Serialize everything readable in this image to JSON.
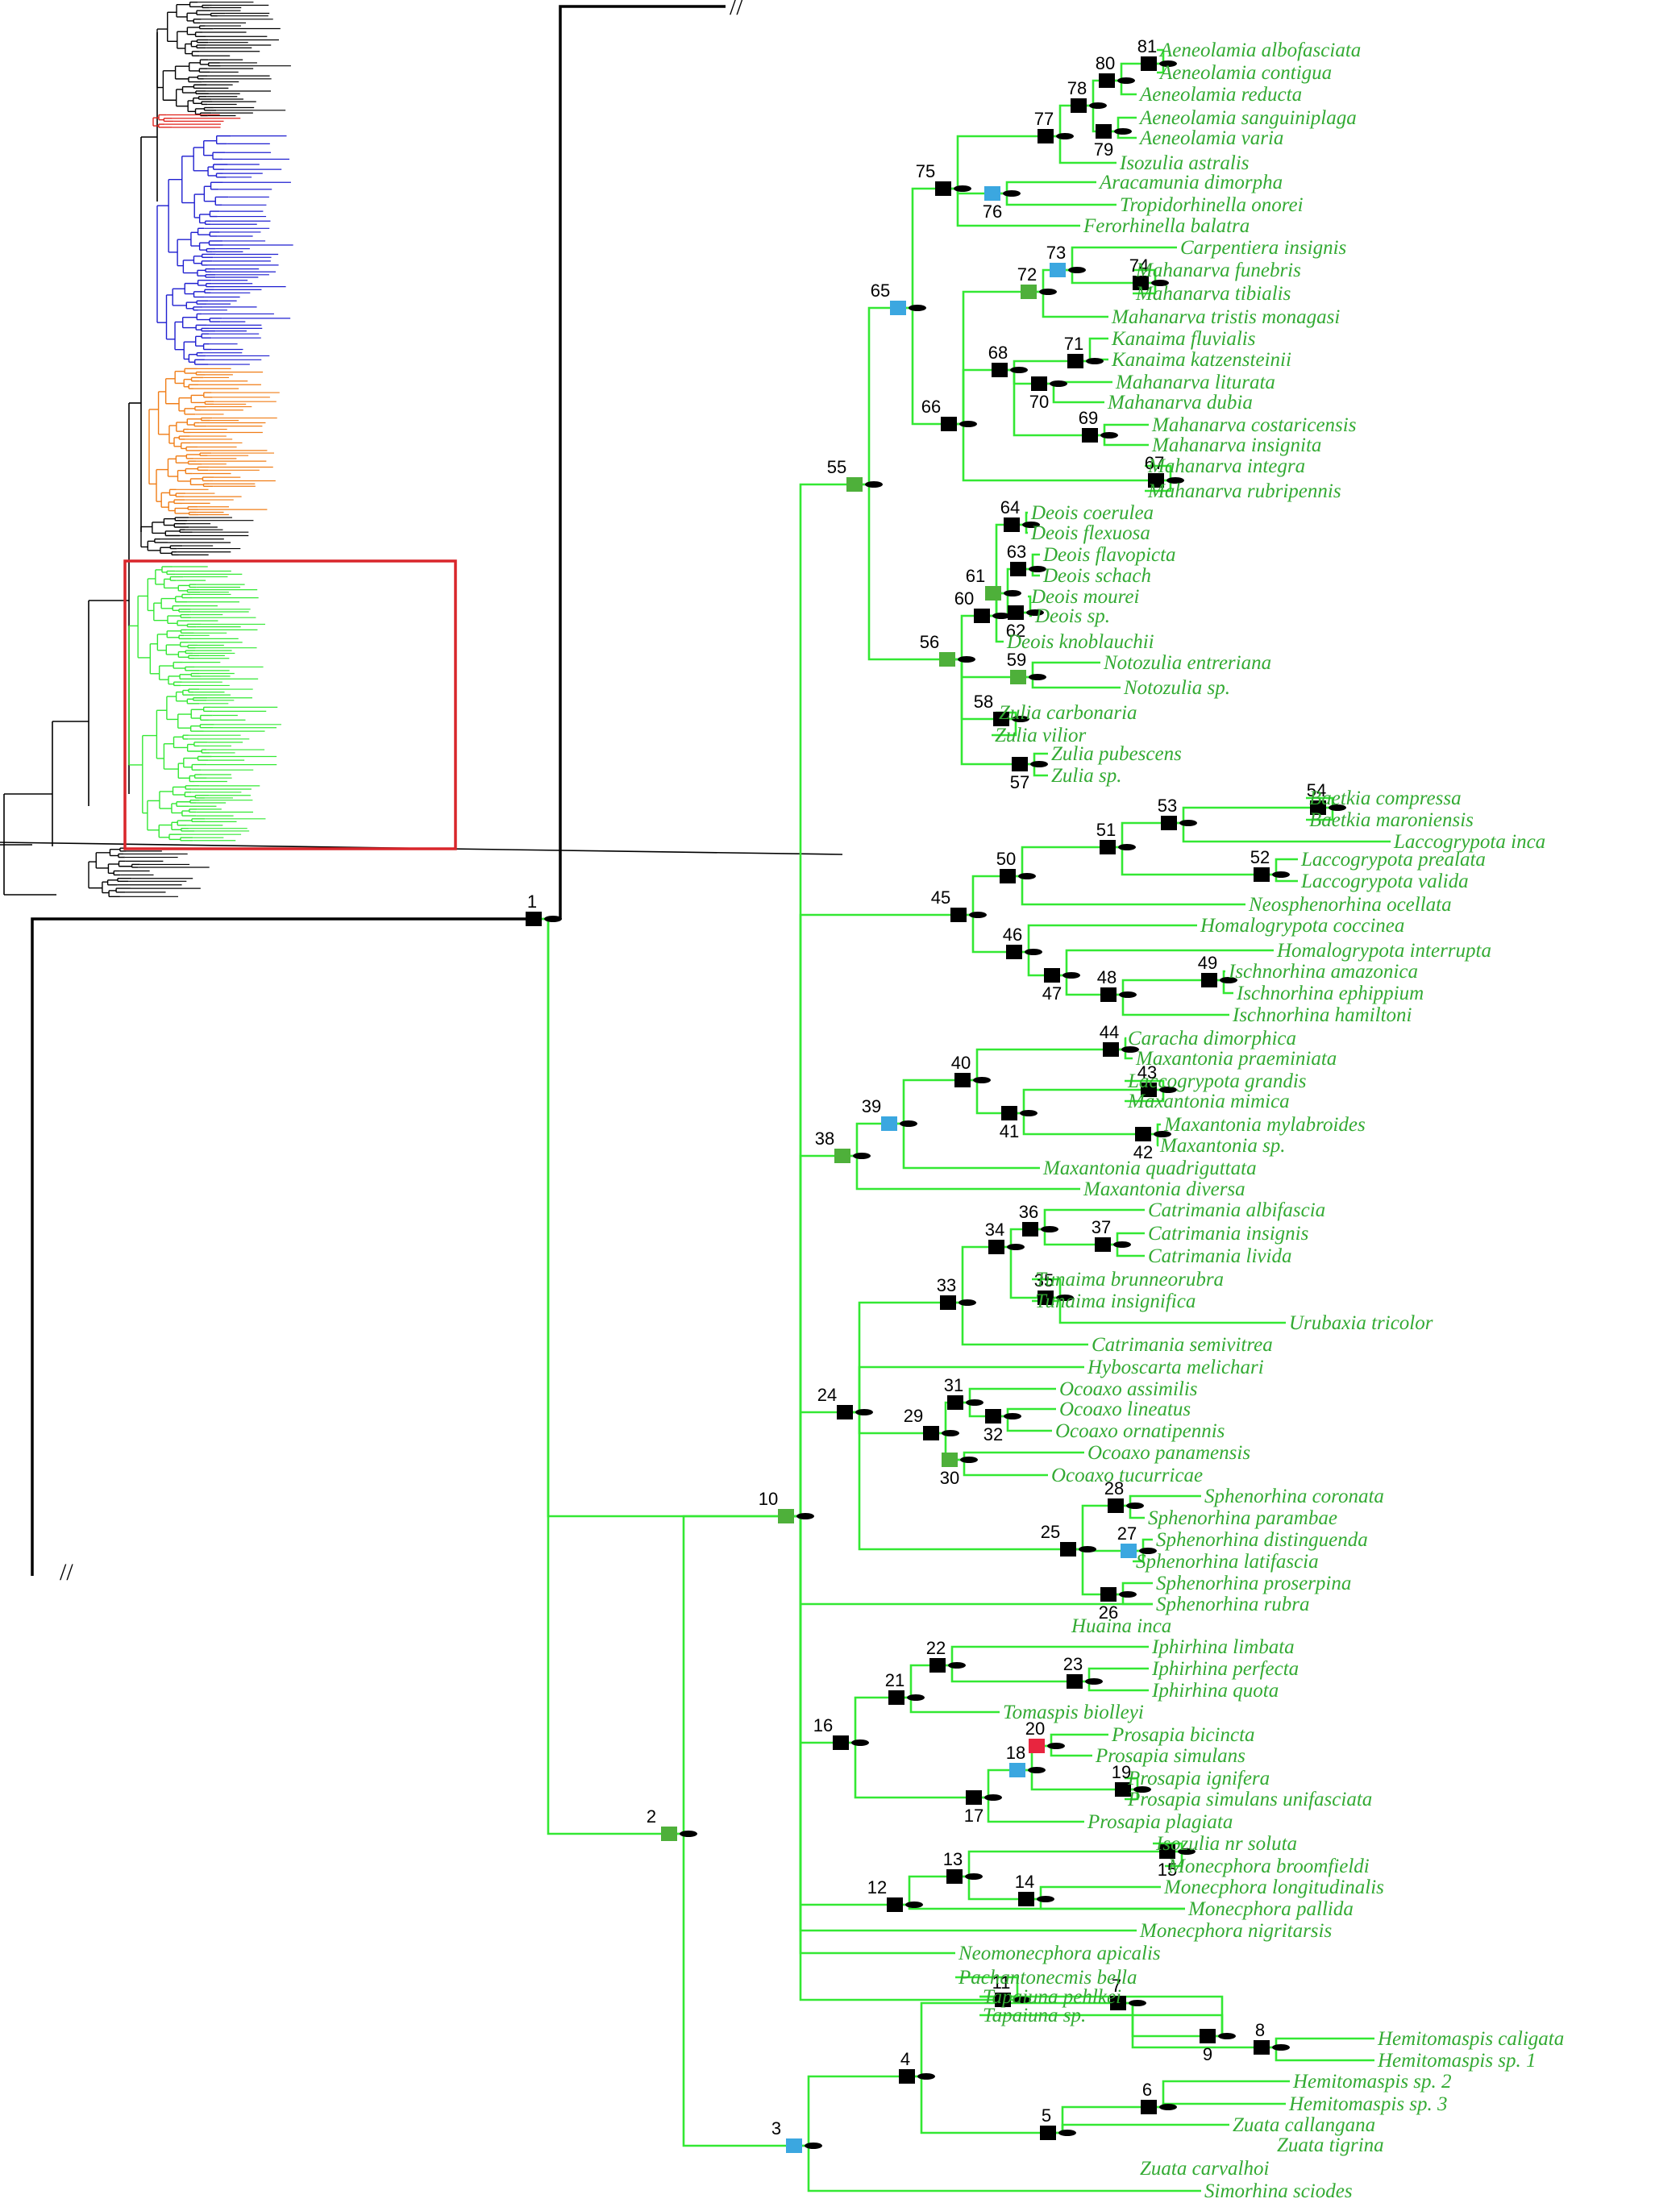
{
  "colors": {
    "branch": "#33e833",
    "label": "#33aa33",
    "node_number": "#000000",
    "marker_black": "#000000",
    "marker_green": "#4eb03a",
    "marker_blue": "#3ba7e0",
    "marker_red": "#e8253f",
    "overview_black": "#000000",
    "overview_red": "#e0231c",
    "overview_blue": "#1f1fd0",
    "overview_orange": "#f07d16",
    "overview_green": "#33e833",
    "highlight_box": "#d9262b"
  },
  "break_marks": [
    "//",
    "//"
  ],
  "nodes": [
    {
      "id": "1",
      "marker": "black"
    },
    {
      "id": "2",
      "marker": "green"
    },
    {
      "id": "3",
      "marker": "blue"
    },
    {
      "id": "4",
      "marker": "black"
    },
    {
      "id": "5",
      "marker": "black"
    },
    {
      "id": "6",
      "marker": "black"
    },
    {
      "id": "7",
      "marker": "black"
    },
    {
      "id": "8",
      "marker": "black"
    },
    {
      "id": "9",
      "marker": "black"
    },
    {
      "id": "10",
      "marker": "green"
    },
    {
      "id": "11",
      "marker": "black"
    },
    {
      "id": "12",
      "marker": "black"
    },
    {
      "id": "13",
      "marker": "black"
    },
    {
      "id": "14",
      "marker": "black"
    },
    {
      "id": "15",
      "marker": "black"
    },
    {
      "id": "16",
      "marker": "black"
    },
    {
      "id": "17",
      "marker": "black"
    },
    {
      "id": "18",
      "marker": "blue"
    },
    {
      "id": "19",
      "marker": "black"
    },
    {
      "id": "20",
      "marker": "red"
    },
    {
      "id": "21",
      "marker": "black"
    },
    {
      "id": "22",
      "marker": "black"
    },
    {
      "id": "23",
      "marker": "black"
    },
    {
      "id": "24",
      "marker": "black"
    },
    {
      "id": "25",
      "marker": "black"
    },
    {
      "id": "26",
      "marker": "black"
    },
    {
      "id": "27",
      "marker": "blue"
    },
    {
      "id": "28",
      "marker": "black"
    },
    {
      "id": "29",
      "marker": "black"
    },
    {
      "id": "30",
      "marker": "green"
    },
    {
      "id": "31",
      "marker": "black"
    },
    {
      "id": "32",
      "marker": "black"
    },
    {
      "id": "33",
      "marker": "black"
    },
    {
      "id": "34",
      "marker": "black"
    },
    {
      "id": "35",
      "marker": "black"
    },
    {
      "id": "36",
      "marker": "black"
    },
    {
      "id": "37",
      "marker": "black"
    },
    {
      "id": "38",
      "marker": "green"
    },
    {
      "id": "39",
      "marker": "blue"
    },
    {
      "id": "40",
      "marker": "black"
    },
    {
      "id": "41",
      "marker": "black"
    },
    {
      "id": "42",
      "marker": "black"
    },
    {
      "id": "43",
      "marker": "black"
    },
    {
      "id": "44",
      "marker": "black"
    },
    {
      "id": "45",
      "marker": "black"
    },
    {
      "id": "46",
      "marker": "black"
    },
    {
      "id": "47",
      "marker": "black"
    },
    {
      "id": "48",
      "marker": "black"
    },
    {
      "id": "49",
      "marker": "black"
    },
    {
      "id": "50",
      "marker": "black"
    },
    {
      "id": "51",
      "marker": "black"
    },
    {
      "id": "52",
      "marker": "black"
    },
    {
      "id": "53",
      "marker": "black"
    },
    {
      "id": "54",
      "marker": "black"
    },
    {
      "id": "55",
      "marker": "green"
    },
    {
      "id": "56",
      "marker": "green"
    },
    {
      "id": "57",
      "marker": "black"
    },
    {
      "id": "58",
      "marker": "black"
    },
    {
      "id": "59",
      "marker": "green"
    },
    {
      "id": "60",
      "marker": "black"
    },
    {
      "id": "61",
      "marker": "green"
    },
    {
      "id": "62",
      "marker": "black"
    },
    {
      "id": "63",
      "marker": "black"
    },
    {
      "id": "64",
      "marker": "black"
    },
    {
      "id": "65",
      "marker": "blue"
    },
    {
      "id": "66",
      "marker": "black"
    },
    {
      "id": "67",
      "marker": "black"
    },
    {
      "id": "68",
      "marker": "black"
    },
    {
      "id": "69",
      "marker": "black"
    },
    {
      "id": "70",
      "marker": "black"
    },
    {
      "id": "71",
      "marker": "black"
    },
    {
      "id": "72",
      "marker": "green"
    },
    {
      "id": "73",
      "marker": "blue"
    },
    {
      "id": "74",
      "marker": "black"
    },
    {
      "id": "75",
      "marker": "black"
    },
    {
      "id": "76",
      "marker": "blue"
    },
    {
      "id": "77",
      "marker": "black"
    },
    {
      "id": "78",
      "marker": "black"
    },
    {
      "id": "79",
      "marker": "black"
    },
    {
      "id": "80",
      "marker": "black"
    },
    {
      "id": "81",
      "marker": "black"
    }
  ],
  "taxa": [
    "Aeneolamia albofasciata",
    "Aeneolamia contigua",
    "Aeneolamia reducta",
    "Aeneolamia sanguiniplaga",
    "Aeneolamia varia",
    "Isozulia astralis",
    "Aracamunia dimorpha",
    "Tropidorhinella onorei",
    "Ferorhinella balatra",
    "Carpentiera insignis",
    "Mahanarva funebris",
    "Mahanarva tibialis",
    "Mahanarva tristis monagasi",
    "Kanaima fluvialis",
    "Kanaima katzensteinii",
    "Mahanarva liturata",
    "Mahanarva dubia",
    "Mahanarva costaricensis",
    "Mahanarva insignita",
    "Mahanarva integra",
    "Mahanarva rubripennis",
    "Deois coerulea",
    "Deois flexuosa",
    "Deois flavopicta",
    "Deois schach",
    "Deois mourei",
    "Deois sp.",
    "Deois knoblauchii",
    "Notozulia entreriana",
    "Notozulia sp.",
    "Zulia carbonaria",
    "Zulia vilior",
    "Zulia pubescens",
    "Zulia sp.",
    "Baetkia compressa",
    "Baetkia maroniensis",
    "Laccogrypota inca",
    "Laccogrypota prealata",
    "Laccogrypota valida",
    "Neosphenorhina ocellata",
    "Homalogrypota coccinea",
    "Homalogrypota interrupta",
    "Ischnorhina amazonica",
    "Ischnorhina ephippium",
    "Ischnorhina hamiltoni",
    "Caracha dimorphica",
    "Maxantonia praeminiata",
    "Laccogrypota grandis",
    "Maxantonia mimica",
    "Maxantonia mylabroides",
    "Maxantonia sp.",
    "Maxantonia quadriguttata",
    "Maxantonia diversa",
    "Catrimania albifascia",
    "Catrimania insignis",
    "Catrimania livida",
    "Tunaima brunneorubra",
    "Tunaima insignifica",
    "Urubaxia tricolor",
    "Catrimania semivitrea",
    "Hyboscarta melichari",
    "Ocoaxo assimilis",
    "Ocoaxo lineatus",
    "Ocoaxo ornatipennis",
    "Ocoaxo panamensis",
    "Ocoaxo tucurricae",
    "Sphenorhina coronata",
    "Sphenorhina parambae",
    "Sphenorhina distinguenda",
    "Sphenorhina latifascia",
    "Sphenorhina proserpina",
    "Sphenorhina rubra",
    "Huaina inca",
    "Iphirhina limbata",
    "Iphirhina perfecta",
    "Iphirhina quota",
    "Tomaspis biolleyi",
    "Prosapia bicincta",
    "Prosapia simulans",
    "Prosapia ignifera",
    "Prosapia simulans unifasciata",
    "Prosapia plagiata",
    "Isozulia nr soluta",
    "Monecphora broomfieldi",
    "Monecphora longitudinalis",
    "Monecphora pallida",
    "Monecphora nigritarsis",
    "Neomonecphora apicalis",
    "Pachantonecmis bella",
    "Tapaiuna pehlkei",
    "Tapaiuna sp.",
    "Hemitomaspis caligata",
    "Hemitomaspis sp. 1",
    "Hemitomaspis sp. 2",
    "Hemitomaspis sp. 3",
    "Zuata callangana",
    "Zuata tigrina",
    "Zuata carvalhoi",
    "Simorhina sciodes"
  ]
}
